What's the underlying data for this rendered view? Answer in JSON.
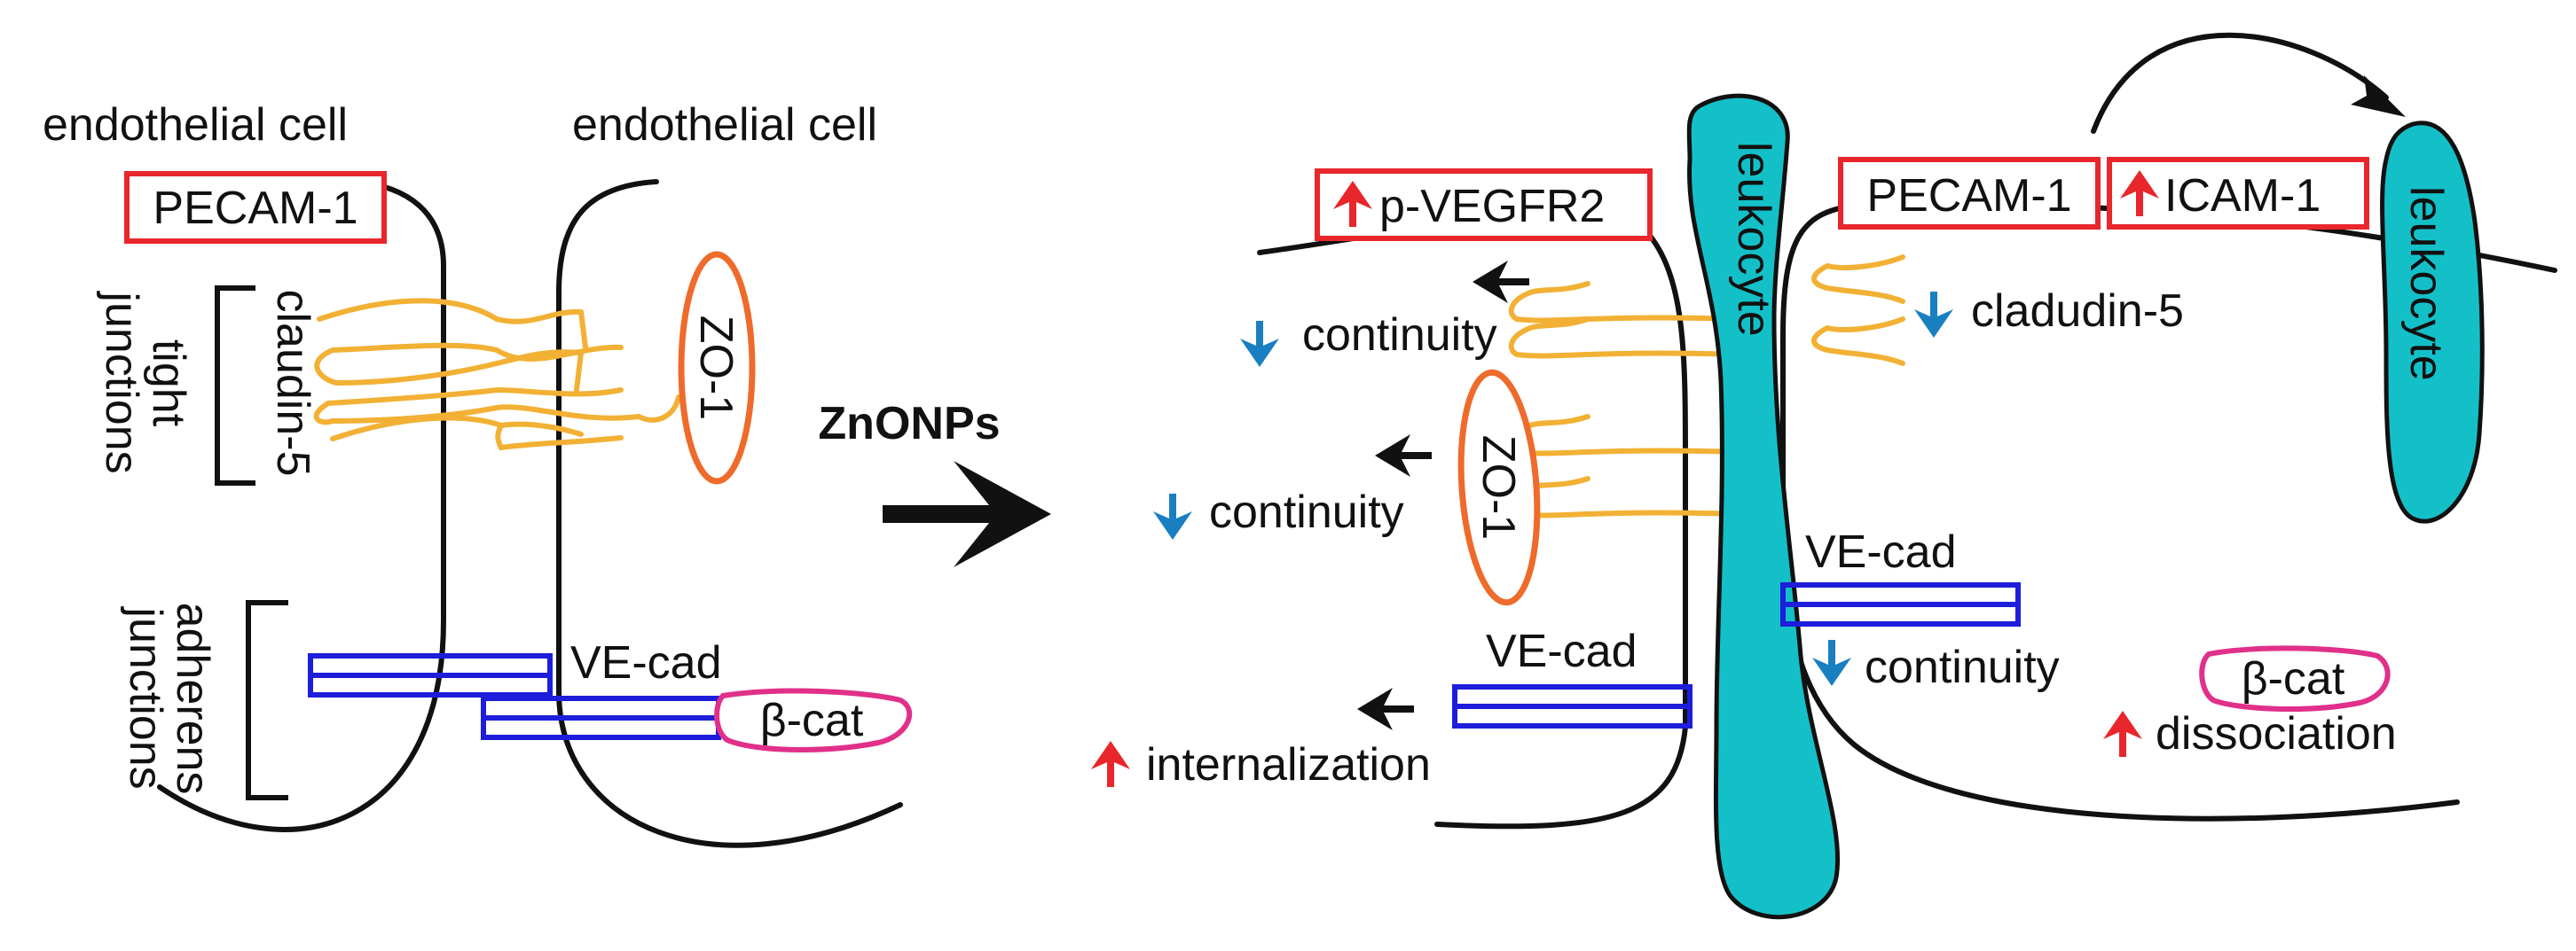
{
  "left_panel": {
    "cell_label_1": "endothelial cell",
    "cell_label_2": "endothelial cell",
    "pecam": "PECAM-1",
    "tight_junctions": [
      "tight",
      "junctions"
    ],
    "claudin": "claudin-5",
    "zo1": "ZO-1",
    "adherens_junctions": [
      "adherens",
      "junctions"
    ],
    "vecad": "VE-cad",
    "bcat": "β-cat"
  },
  "treatment": {
    "label": "ZnONPs"
  },
  "right_panel": {
    "pvegfr2": "p-VEGFR2",
    "pecam": "PECAM-1",
    "icam": "ICAM-1",
    "leukocyte_1": "leukocyte",
    "leukocyte_2": "leukocyte",
    "claudin_change": "cladudin-5",
    "continuity_1": "continuity",
    "continuity_2": "continuity",
    "continuity_3": "continuity",
    "zo1": "ZO-1",
    "vecad_1": "VE-cad",
    "vecad_2": "VE-cad",
    "internalization": "internalization",
    "bcat": "β-cat",
    "dissociation": "dissociation"
  },
  "colors": {
    "increase_arrow": "#e8262c",
    "decrease_arrow": "#1a7fc1",
    "leukocyte": "#14c0c8",
    "claudin": "#f2b134",
    "vecad": "#1d1ddb",
    "zo1": "#ee6b2b",
    "bcat": "#e0308a"
  }
}
